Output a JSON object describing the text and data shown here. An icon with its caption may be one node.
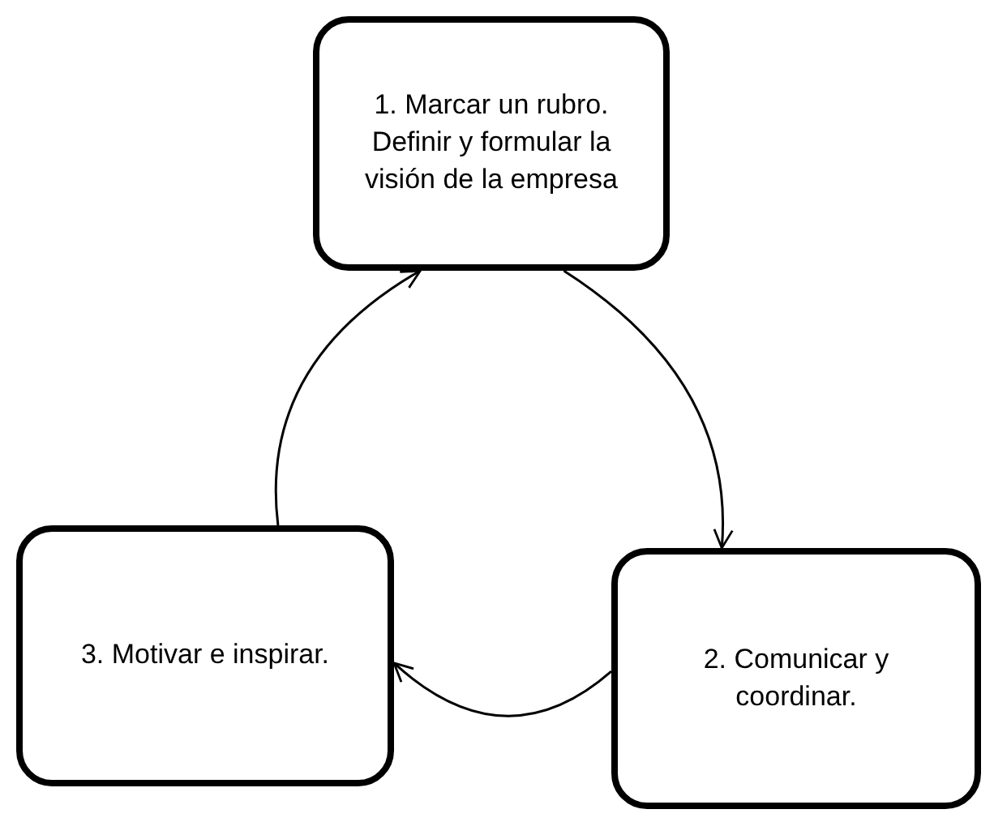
{
  "diagram": {
    "nodes": [
      {
        "text": [
          "1. Marcar un rubro. Definir y formular la visión de la empresa"
        ]
      },
      {
        "text": [
          "2. Comunicar y coordinar."
        ]
      },
      {
        "text": [
          "3. Motivar e inspirar."
        ]
      }
    ],
    "edges": [
      {
        "from": 0,
        "to": 1,
        "arrow": "to"
      },
      {
        "from": 1,
        "to": 2,
        "arrow": "to"
      },
      {
        "from": 2,
        "to": 0,
        "arrow": "to"
      }
    ]
  }
}
